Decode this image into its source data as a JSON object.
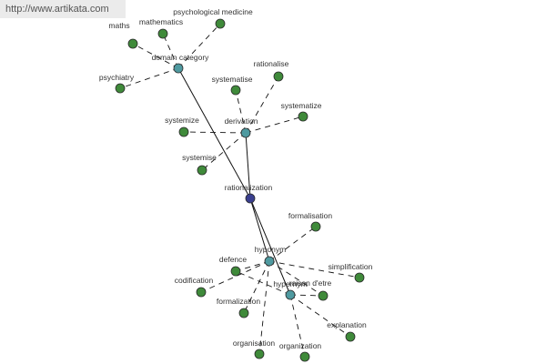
{
  "watermark": "http://www.artikata.com",
  "colors": {
    "hub": "#3a3f8f",
    "relation": "#4f9aa0",
    "term": "#3f8a3a",
    "node_stroke": "#2a2a2a",
    "edge": "#111111"
  },
  "nodes": [
    {
      "id": "rationalization",
      "label": "rationalization",
      "kind": "hub"
    },
    {
      "id": "domain",
      "label": "domain category",
      "kind": "relation"
    },
    {
      "id": "derivation",
      "label": "derivation",
      "kind": "relation"
    },
    {
      "id": "hyponym",
      "label": "hyponym",
      "kind": "relation"
    },
    {
      "id": "hypernym",
      "label": "hypernym",
      "kind": "relation"
    },
    {
      "id": "psychological_medicine",
      "label": "psychological medicine",
      "kind": "term"
    },
    {
      "id": "mathematics",
      "label": "mathematics",
      "kind": "term"
    },
    {
      "id": "maths",
      "label": "maths",
      "kind": "term"
    },
    {
      "id": "psychiatry",
      "label": "psychiatry",
      "kind": "term"
    },
    {
      "id": "rationalise",
      "label": "rationalise",
      "kind": "term"
    },
    {
      "id": "systematise",
      "label": "systematise",
      "kind": "term"
    },
    {
      "id": "systematize",
      "label": "systematize",
      "kind": "term"
    },
    {
      "id": "systemize",
      "label": "systemize",
      "kind": "term"
    },
    {
      "id": "systemise",
      "label": "systemise",
      "kind": "term"
    },
    {
      "id": "formalisation",
      "label": "formalisation",
      "kind": "term"
    },
    {
      "id": "defence",
      "label": "defence",
      "kind": "term"
    },
    {
      "id": "codification",
      "label": "codification",
      "kind": "term"
    },
    {
      "id": "formalization",
      "label": "formalization",
      "kind": "term"
    },
    {
      "id": "organisation",
      "label": "organisation",
      "kind": "term"
    },
    {
      "id": "organization",
      "label": "organization",
      "kind": "term"
    },
    {
      "id": "raison_detre",
      "label": "raison d'etre",
      "kind": "term"
    },
    {
      "id": "simplification",
      "label": "simplification",
      "kind": "term"
    },
    {
      "id": "explanation",
      "label": "explanation",
      "kind": "term"
    }
  ],
  "edges": [
    {
      "source": "rationalization",
      "target": "domain",
      "style": "solid"
    },
    {
      "source": "rationalization",
      "target": "derivation",
      "style": "solid"
    },
    {
      "source": "rationalization",
      "target": "hyponym",
      "style": "solid"
    },
    {
      "source": "rationalization",
      "target": "hypernym",
      "style": "solid"
    },
    {
      "source": "domain",
      "target": "psychological_medicine",
      "style": "dashed"
    },
    {
      "source": "domain",
      "target": "mathematics",
      "style": "dashed"
    },
    {
      "source": "domain",
      "target": "maths",
      "style": "dashed"
    },
    {
      "source": "domain",
      "target": "psychiatry",
      "style": "dashed"
    },
    {
      "source": "derivation",
      "target": "rationalise",
      "style": "dashed"
    },
    {
      "source": "derivation",
      "target": "systematise",
      "style": "dashed"
    },
    {
      "source": "derivation",
      "target": "systematize",
      "style": "dashed"
    },
    {
      "source": "derivation",
      "target": "systemize",
      "style": "dashed"
    },
    {
      "source": "derivation",
      "target": "systemise",
      "style": "dashed"
    },
    {
      "source": "hyponym",
      "target": "formalisation",
      "style": "dashed"
    },
    {
      "source": "hyponym",
      "target": "defence",
      "style": "dashed"
    },
    {
      "source": "hyponym",
      "target": "codification",
      "style": "dashed"
    },
    {
      "source": "hyponym",
      "target": "formalization",
      "style": "dashed"
    },
    {
      "source": "hyponym",
      "target": "organisation",
      "style": "dashed"
    },
    {
      "source": "hyponym",
      "target": "raison_detre",
      "style": "dashed"
    },
    {
      "source": "hyponym",
      "target": "simplification",
      "style": "dashed"
    },
    {
      "source": "hypernym",
      "target": "explanation",
      "style": "dashed"
    },
    {
      "source": "hypernym",
      "target": "organization",
      "style": "dashed"
    },
    {
      "source": "hypernym",
      "target": "defence",
      "style": "dashed"
    },
    {
      "source": "hypernym",
      "target": "raison_detre",
      "style": "dashed"
    }
  ]
}
